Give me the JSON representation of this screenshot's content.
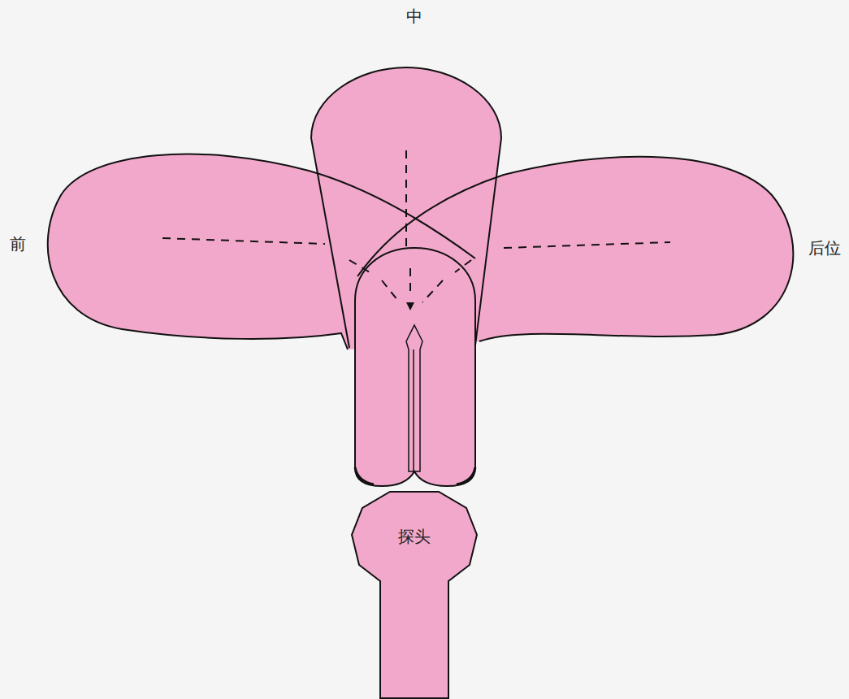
{
  "diagram": {
    "nodes": [
      {
        "text": [
          "探头"
        ]
      }
    ],
    "labels": [
      "中",
      "前",
      "后位"
    ]
  }
}
